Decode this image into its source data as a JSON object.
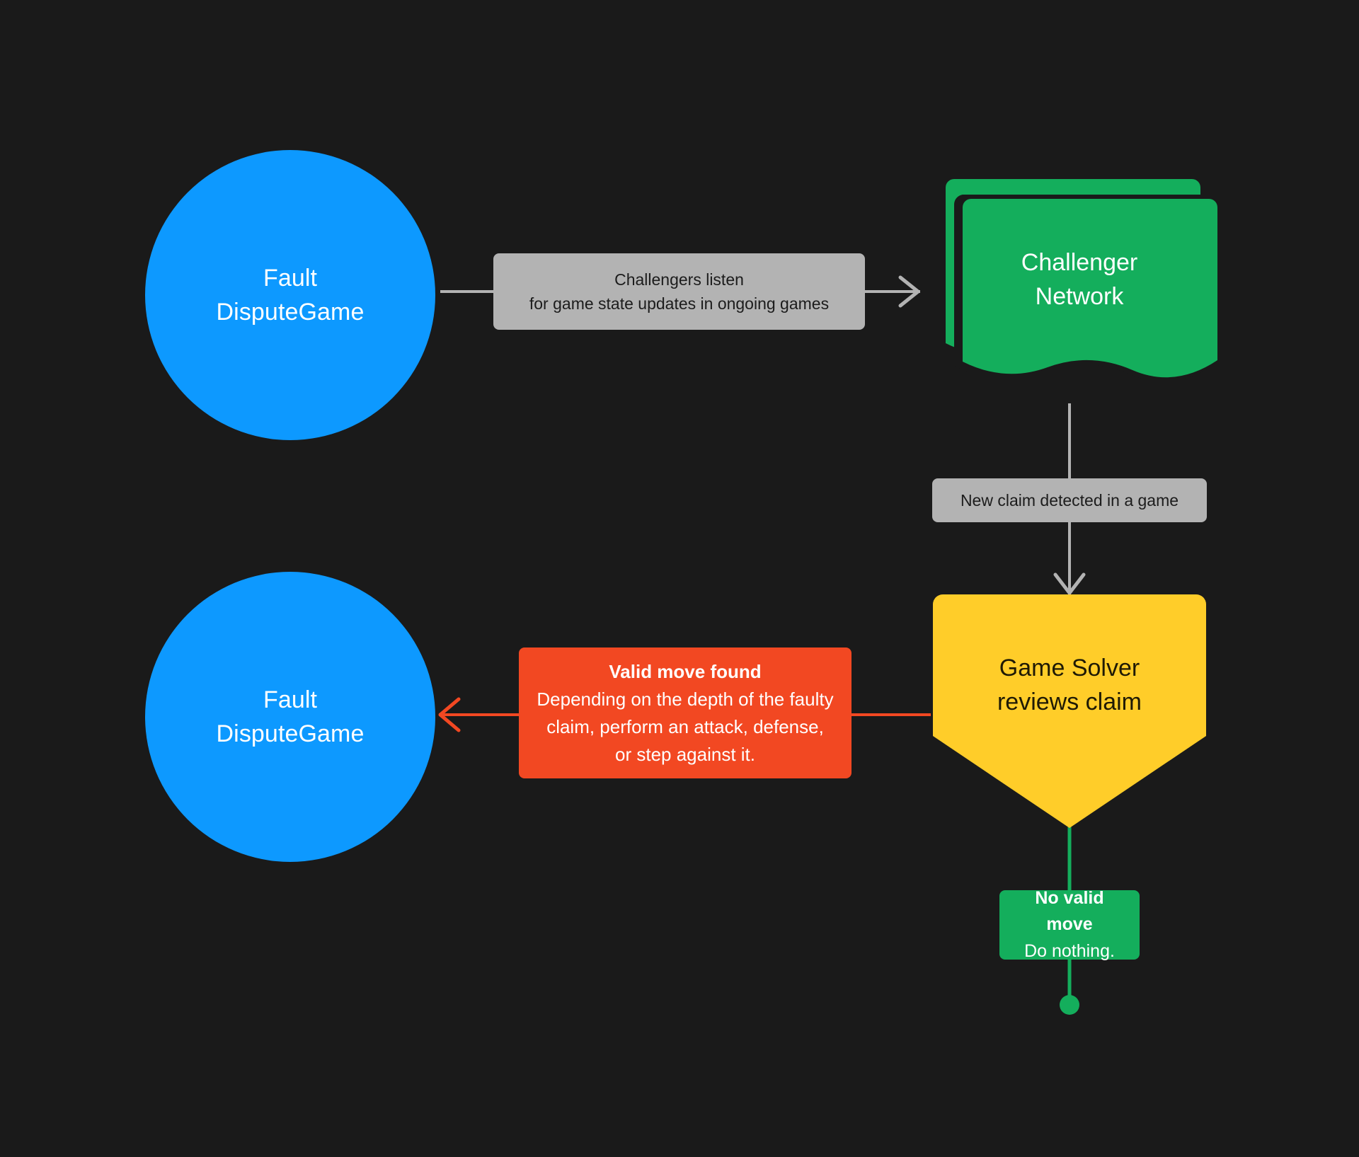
{
  "diagram": {
    "title": "Challenger Network fault dispute game flow",
    "background_color": "#1a1a1a",
    "nodes": {
      "fault_dispute_game_top": {
        "shape": "circle",
        "color": "#0d99ff",
        "text_color": "#ffffff",
        "line1": "Fault",
        "line2": "DisputeGame"
      },
      "challenger_network": {
        "shape": "multi-document",
        "color": "#14ae5c",
        "text_color": "#ffffff",
        "line1": "Challenger",
        "line2": "Network"
      },
      "game_solver": {
        "shape": "pentagon-shield",
        "color": "#ffcd29",
        "text_color": "#1f1a05",
        "line1": "Game Solver",
        "line2": "reviews claim"
      },
      "fault_dispute_game_bottom": {
        "shape": "circle",
        "color": "#0d99ff",
        "text_color": "#ffffff",
        "line1": "Fault",
        "line2": "DisputeGame"
      }
    },
    "edges": {
      "listen": {
        "from": "fault_dispute_game_top",
        "to": "challenger_network",
        "direction": "right",
        "color": "#b3b3b3",
        "label_bg": "#b3b3b3",
        "label_line1": "Challengers listen",
        "label_line2": "for game state updates in ongoing games"
      },
      "new_claim": {
        "from": "challenger_network",
        "to": "game_solver",
        "direction": "down",
        "color": "#b3b3b3",
        "label_bg": "#b3b3b3",
        "label_line1": "New claim detected in a game"
      },
      "valid_move": {
        "from": "game_solver",
        "to": "fault_dispute_game_bottom",
        "direction": "left",
        "color": "#f24822",
        "label_bg": "#f24822",
        "label_heading": "Valid move found",
        "label_line1": "Depending on the depth of the faulty",
        "label_line2": "claim, perform an attack, defense,",
        "label_line3": "or step against it."
      },
      "no_valid_move": {
        "from": "game_solver",
        "to": "terminator",
        "direction": "down",
        "color": "#14ae5c",
        "label_bg": "#14ae5c",
        "label_heading": "No valid move",
        "label_line1": "Do nothing.",
        "end_marker": "filled-circle"
      }
    }
  }
}
